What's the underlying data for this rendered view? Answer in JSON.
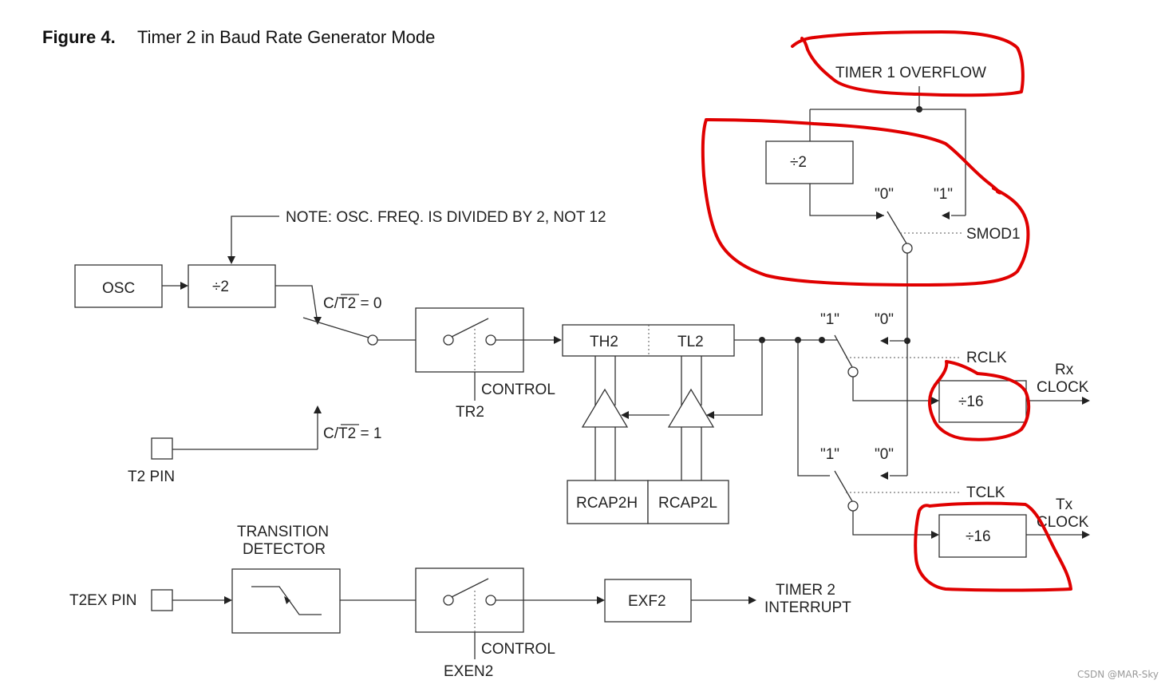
{
  "figure": {
    "number_label": "Figure 4.",
    "caption": "Timer 2 in Baud Rate Generator Mode"
  },
  "labels": {
    "timer1_overflow": "TIMER  1  OVERFLOW",
    "div2_smod": "÷2",
    "smod_zero": "\"0\"",
    "smod_one": "\"1\"",
    "smod1": "SMOD1",
    "note": "NOTE:  OSC.  FREQ.  IS  DIVIDED  BY  2,  NOT  12",
    "osc": "OSC",
    "div2_osc": "÷2",
    "ct2_zero_prefix": "C/",
    "ct2_zero_over": "T2",
    "ct2_zero_suffix": "  =  0",
    "ct2_one_prefix": "C/",
    "ct2_one_over": "T2",
    "ct2_one_suffix": "  =  1",
    "control_top": "CONTROL",
    "tr2": "TR2",
    "th2": "TH2",
    "tl2": "TL2",
    "rcap2h": "RCAP2H",
    "rcap2l": "RCAP2L",
    "t2_pin": "T2  PIN",
    "rclk_one": "\"1\"",
    "rclk_zero": "\"0\"",
    "rclk": "RCLK",
    "rx_div16": "÷16",
    "rx_clock_1": "Rx",
    "rx_clock_2": "CLOCK",
    "tclk_one": "\"1\"",
    "tclk_zero": "\"0\"",
    "tclk": "TCLK",
    "tx_div16": "÷16",
    "tx_clock_1": "Tx",
    "tx_clock_2": "CLOCK",
    "transition_1": "TRANSITION",
    "transition_2": "DETECTOR",
    "t2ex_pin": "T2EX  PIN",
    "control_bottom": "CONTROL",
    "exen2": "EXEN2",
    "exf2": "EXF2",
    "timer2_interrupt_1": "TIMER  2",
    "timer2_interrupt_2": "INTERRUPT"
  },
  "watermark": "CSDN @MAR-Sky",
  "colors": {
    "annotation": "#e00000",
    "line": "#333333",
    "background": "#ffffff"
  }
}
